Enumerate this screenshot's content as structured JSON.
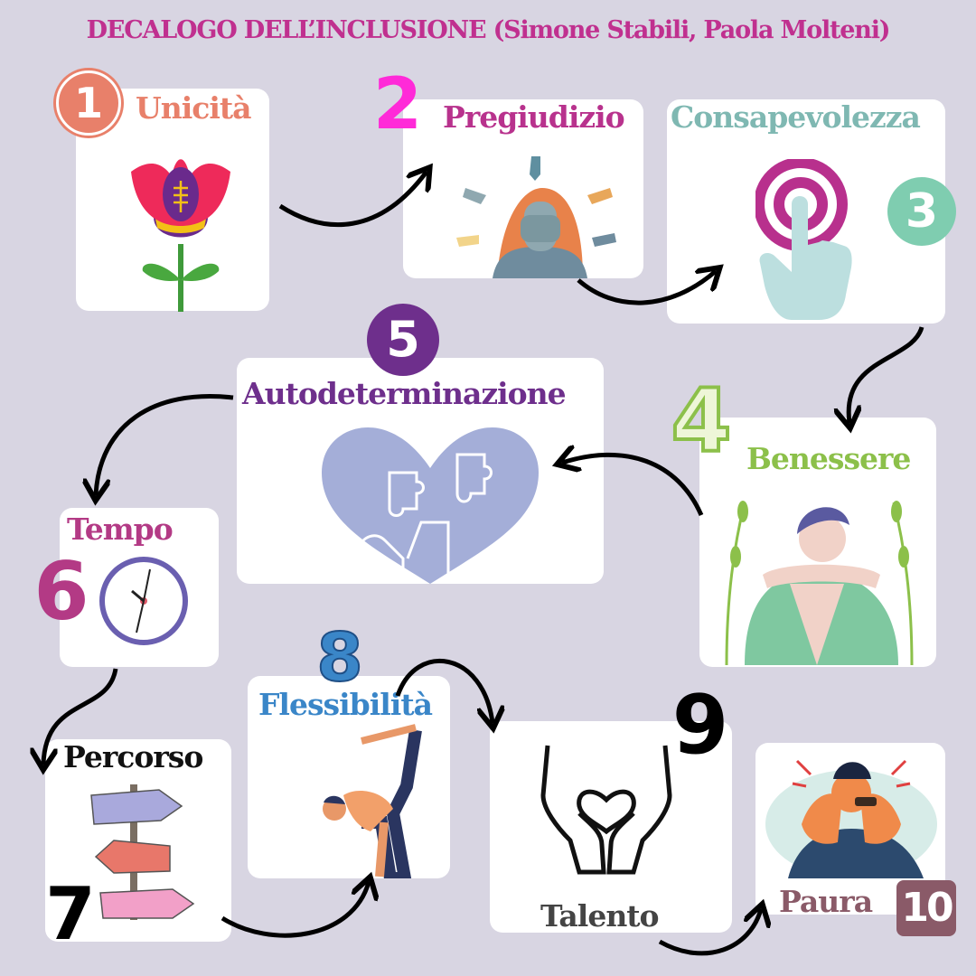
{
  "title": "DECALOGO DELL’INCLUSIONE (Simone Stabili, Paola Molteni)",
  "colors": {
    "background": "#d8d5e2",
    "title": "#c0308f",
    "unicita": "#e8806a",
    "pregiudizio": "#b8328d",
    "consapevolezza": "#7fb8b2",
    "benessere": "#8cc04a",
    "autodeterminazione": "#6e2f8c",
    "tempo": "#b33a85",
    "flessibilita": "#3a86c8",
    "paura": "#8a5a68"
  },
  "steps": [
    {
      "number": "1",
      "label": "Unicità",
      "icon": "flower-icon"
    },
    {
      "number": "2",
      "label": "Pregiudizio",
      "icon": "pointing-fingers-icon"
    },
    {
      "number": "3",
      "label": "Consapevolezza",
      "icon": "touch-target-icon"
    },
    {
      "number": "4",
      "label": "Benessere",
      "icon": "relaxed-person-icon"
    },
    {
      "number": "5",
      "label": "Autodeterminazione",
      "icon": "puzzle-heart-icon"
    },
    {
      "number": "6",
      "label": "Tempo",
      "icon": "clock-icon"
    },
    {
      "number": "7",
      "label": "Percorso",
      "icon": "signpost-icon"
    },
    {
      "number": "8",
      "label": "Flessibilità",
      "icon": "yoga-pose-icon"
    },
    {
      "number": "9",
      "label": "Talento",
      "icon": "hands-heart-icon"
    },
    {
      "number": "10",
      "label": "Paura",
      "icon": "anxious-person-icon"
    }
  ]
}
